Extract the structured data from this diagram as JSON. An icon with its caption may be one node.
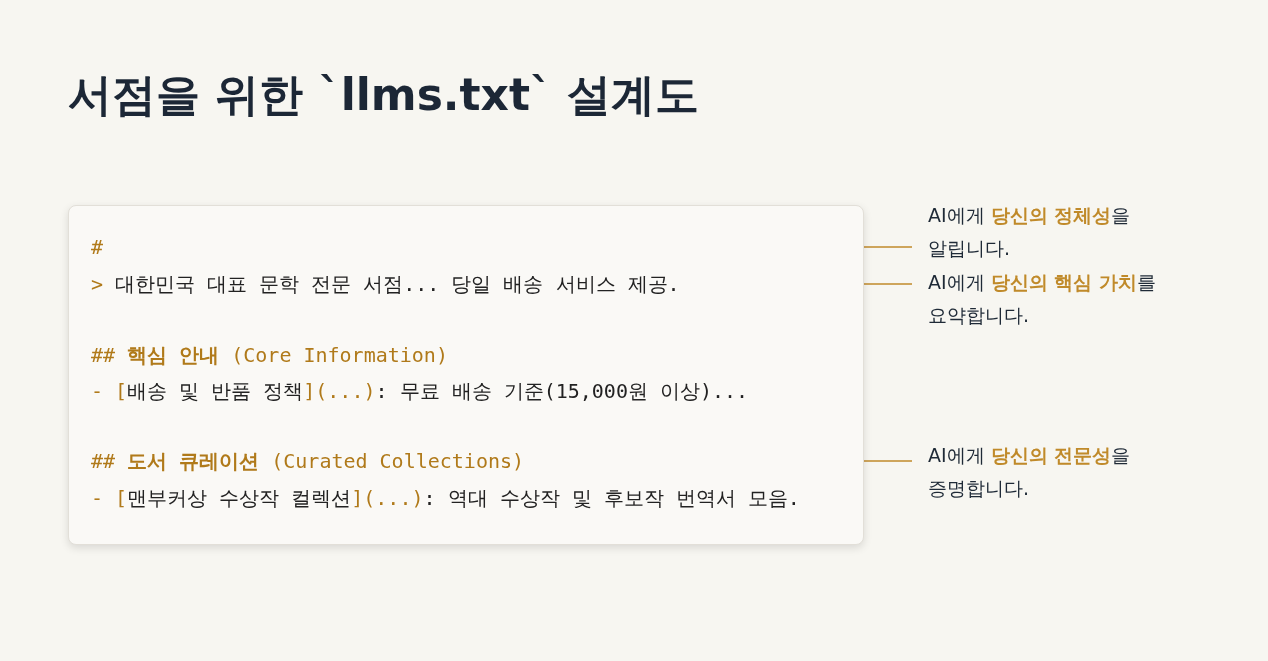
{
  "diagram": {
    "title": "서점을 위한 `llms.txt` 설계도",
    "nodes": [
      {
        "text": [],
        "shape": "box"
      },
      {
        "text": [
          "#"
        ],
        "in": 0
      },
      {
        "text": [
          "> 대한민국 대표 문학 전문 서점... 당일 배송 서비스 제공."
        ],
        "in": 0
      },
      {
        "text": [
          "## **핵심 안내** (Core Information)"
        ],
        "in": 0
      },
      {
        "text": [
          "- [배송 및 반품 정책](...): 무료 배송 기준(15,000원 이상)..."
        ],
        "in": 0
      },
      {
        "text": [
          "## **도서 큐레이션** (Curated Collections)"
        ],
        "in": 0
      },
      {
        "text": [
          "- [맨부커상 수상작 컬렉션](...): 역대 수상작 및 후보작 번역서 모음."
        ],
        "in": 0
      },
      {
        "text": [
          "AI에게 **당신의 정체성**을 알립니다."
        ]
      },
      {
        "text": [
          "AI에게 **당신의 핵심 가치**를 요약합니다."
        ]
      },
      {
        "text": [
          "AI에게 **당신의 전문성**을 증명합니다."
        ]
      }
    ],
    "edges": [
      {
        "from": 1,
        "to": 7,
        "arrow": "none"
      },
      {
        "from": 2,
        "to": 8,
        "arrow": "none"
      },
      {
        "from": 5,
        "to": 9,
        "arrow": "none"
      }
    ]
  }
}
